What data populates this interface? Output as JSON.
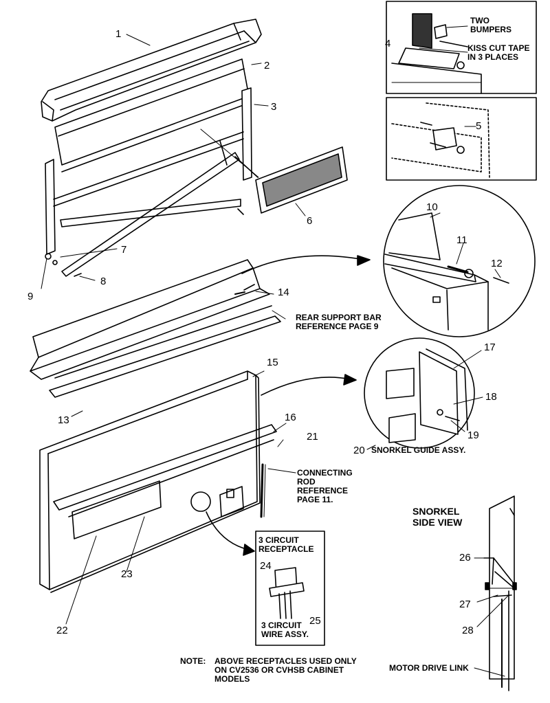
{
  "part_numbers": [
    "1",
    "2",
    "3",
    "4",
    "5",
    "6",
    "7",
    "8",
    "9",
    "10",
    "11",
    "12",
    "13",
    "14",
    "15",
    "16",
    "17",
    "18",
    "19",
    "20",
    "21",
    "22",
    "23",
    "24",
    "25",
    "26",
    "27",
    "28"
  ],
  "callouts": {
    "two_bumpers": "TWO\nBUMPERS",
    "kiss_cut_tape": "KISS CUT TAPE\nIN 3 PLACES",
    "rear_support_bar": "REAR SUPPORT BAR\nREFERENCE PAGE 9",
    "snorkel_guide": "SNORKEL GUIDE ASSY.",
    "connecting_rod": "CONNECTING\nROD\nREFERENCE\nPAGE 11.",
    "three_circuit_receptacle": "3 CIRCUIT\nRECEPTACLE",
    "three_circuit_wire": "3 CIRCUIT\nWIRE ASSY.",
    "snorkel_side_view": "SNORKEL\nSIDE VIEW",
    "motor_drive_link": "MOTOR DRIVE LINK",
    "note_label": "NOTE:",
    "note_text": "ABOVE RECEPTACLES USED ONLY\nON CV2536 OR CVHSB CABINET\nMODELS"
  },
  "colors": {
    "line": "#000000",
    "background": "#ffffff"
  }
}
